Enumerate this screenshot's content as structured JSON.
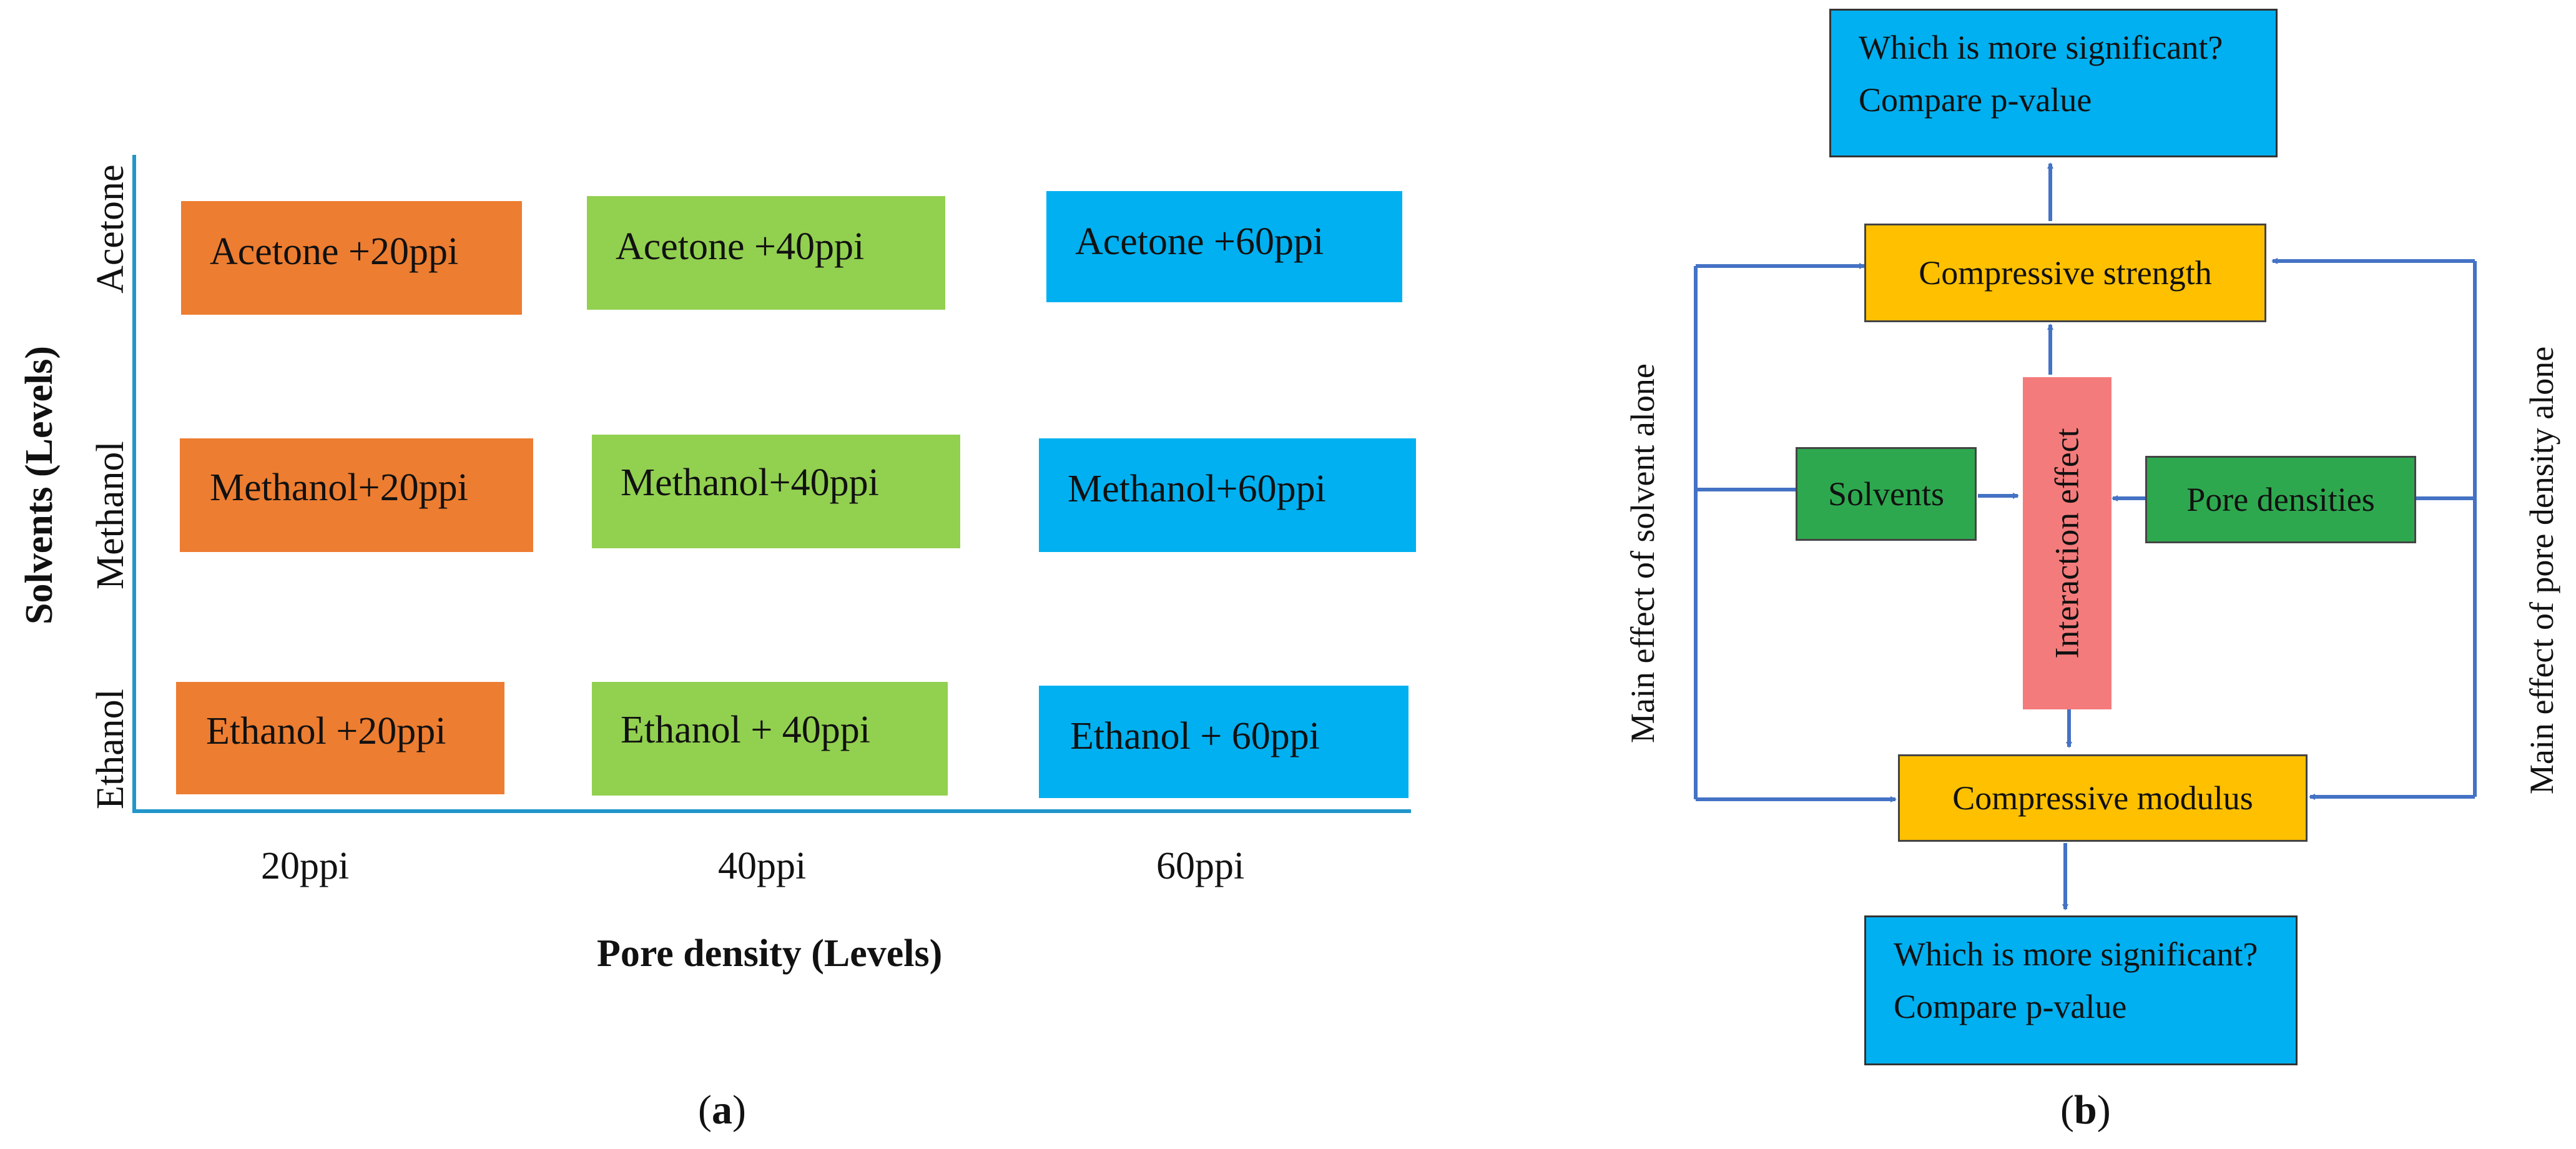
{
  "colors": {
    "orange": "#ed7d31",
    "green_cell": "#92d050",
    "blue": "#00b0f0",
    "axis": "#2196c9",
    "yellow": "#ffc000",
    "dark_green": "#2ea84f",
    "pink": "#f47b7b",
    "arrow": "#4472c4"
  },
  "panel_a": {
    "cells": {
      "acetone_20": "Acetone +20ppi",
      "acetone_40": "Acetone +40ppi",
      "acetone_60": "Acetone +60ppi",
      "methanol_20": "Methanol+20ppi",
      "methanol_40": "Methanol+40ppi",
      "methanol_60": "Methanol+60ppi",
      "ethanol_20": "Ethanol +20ppi",
      "ethanol_40": "Ethanol + 40ppi",
      "ethanol_60": "Ethanol + 60ppi"
    },
    "x_ticks": [
      "20ppi",
      "40ppi",
      "60ppi"
    ],
    "x_title": "Pore density (Levels)",
    "y_ticks": [
      "Acetone",
      "Methanol",
      "Ethanol"
    ],
    "y_title": "Solvents (Levels)",
    "caption": "a"
  },
  "panel_b": {
    "top_box": {
      "line1": "Which is more significant?",
      "line2": "Compare p-value"
    },
    "compressive_strength": "Compressive strength",
    "solvents": "Solvents",
    "interaction_effect": "Interaction effect",
    "pore_densities": "Pore densities",
    "compressive_modulus": "Compressive modulus",
    "bottom_box": {
      "line1": "Which is more significant?",
      "line2": "Compare p-value"
    },
    "left_side_label": "Main effect of solvent alone",
    "right_side_label": "Main effect of pore density alone",
    "caption": "b"
  }
}
